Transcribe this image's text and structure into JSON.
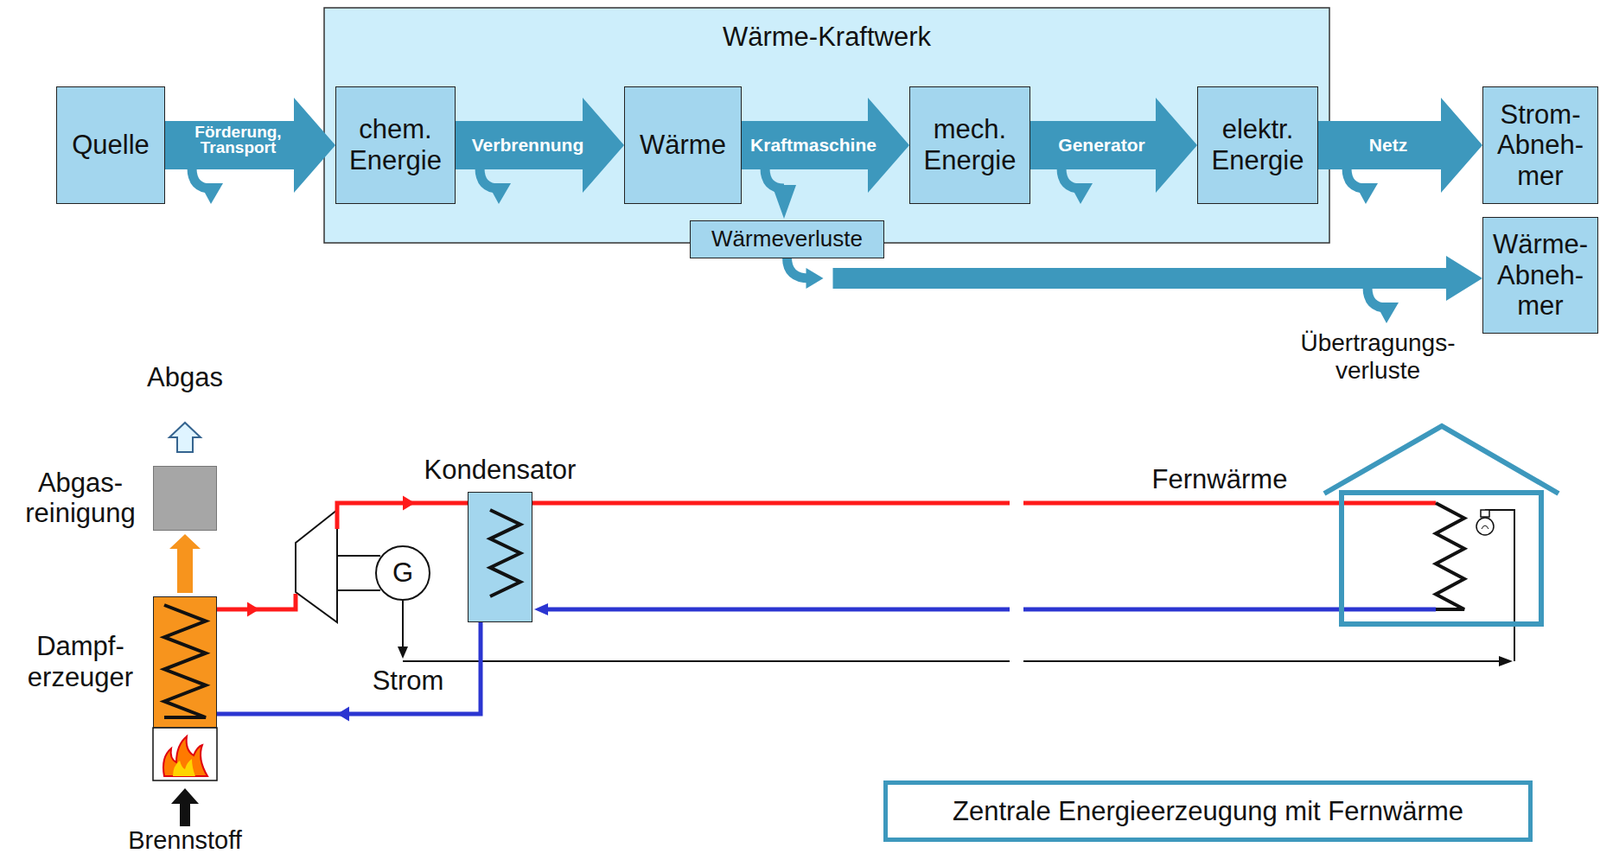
{
  "diagram": {
    "nodes": [
      {
        "text": [
          "Quelle"
        ]
      },
      {
        "text": [
          "Wärme-Kraftwerk"
        ]
      },
      {
        "text": [
          "chem. Energie"
        ],
        "in": 1
      },
      {
        "text": [
          "Wärme"
        ],
        "in": 1
      },
      {
        "text": [
          "mech. Energie"
        ],
        "in": 1
      },
      {
        "text": [
          "elektr. Energie"
        ],
        "in": 1
      },
      {
        "text": [
          "Strom- Abneh- mer"
        ]
      },
      {
        "text": [
          "Wärmeverluste"
        ]
      },
      {
        "text": [
          "Wärme- Abneh- mer"
        ]
      },
      {
        "text": [
          "Abgas- reinigung"
        ]
      },
      {
        "text": [
          "Kondensator"
        ]
      },
      {
        "text": [
          "G"
        ]
      },
      {
        "text": [
          "Dampf- erzeuger"
        ]
      },
      {
        "text": [
          "Zentrale Energieerzeugung mit Fernwärme"
        ]
      }
    ],
    "edges": [
      {
        "from": 0,
        "to": 2,
        "label": "Förderung, Transport",
        "arrow": "to"
      },
      {
        "from": 2,
        "to": 3,
        "label": "Verbrennung",
        "arrow": "to"
      },
      {
        "from": 3,
        "to": 4,
        "label": "Kraftmaschine",
        "arrow": "to"
      },
      {
        "from": 4,
        "to": 5,
        "label": "Generator",
        "arrow": "to"
      },
      {
        "from": 5,
        "to": 6,
        "label": "Netz",
        "arrow": "to"
      },
      {
        "from": 3,
        "to": 7,
        "arrow": "to"
      },
      {
        "from": 7,
        "to": 8,
        "arrow": "to"
      },
      {
        "from": 12,
        "to": 9,
        "arrow": "to"
      },
      {
        "from": 12,
        "to": 10,
        "arrow": "to"
      },
      {
        "from": 10,
        "to": 12,
        "arrow": "to"
      }
    ],
    "labels": [
      "Übertragungs- verluste",
      "Abgas",
      "Fernwärme",
      "Strom",
      "Brennstoff"
    ]
  }
}
